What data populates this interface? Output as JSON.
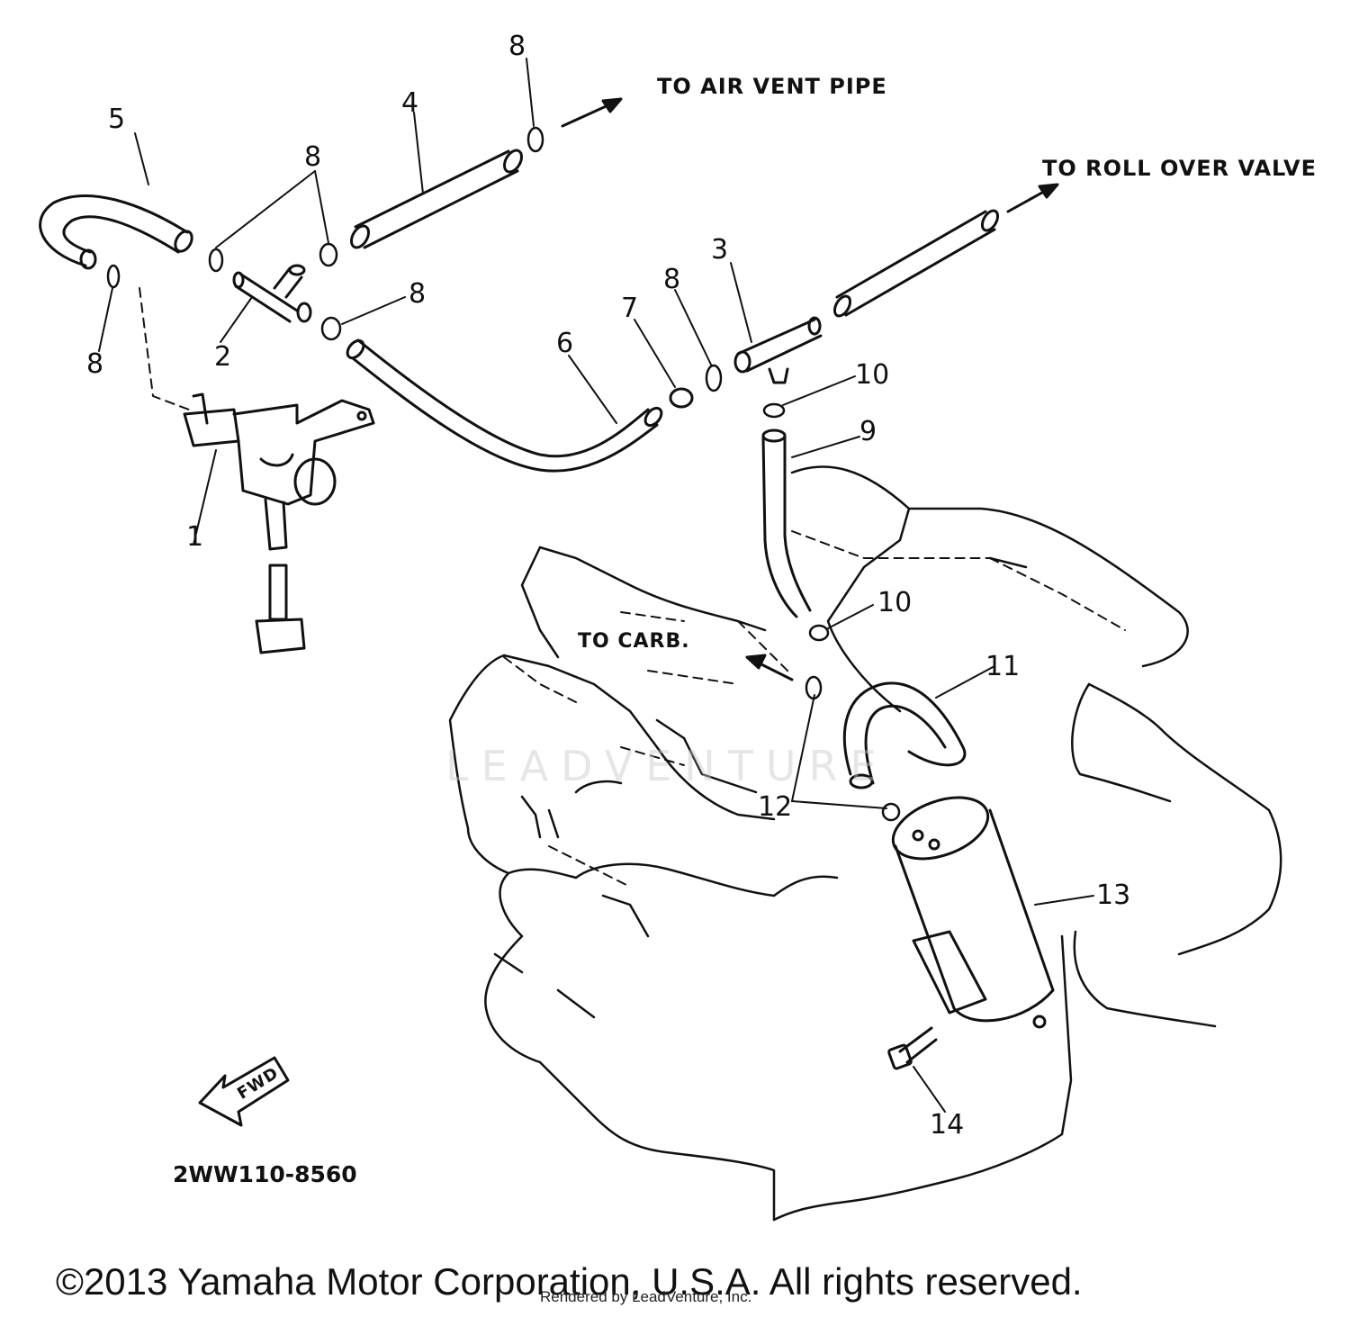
{
  "diagram": {
    "part_labels": [
      "1",
      "2",
      "3",
      "4",
      "5",
      "6",
      "7",
      "8",
      "8",
      "8",
      "8",
      "8",
      "9",
      "10",
      "10",
      "11",
      "12",
      "13",
      "14"
    ],
    "callouts": {
      "air_vent": "TO AIR VENT PIPE",
      "roll_over": "TO ROLL OVER VALVE",
      "carb": "TO CARB."
    },
    "fwd_label": "FWD",
    "diagram_code": "2WW110-8560",
    "watermark": "LEADVENTURE"
  },
  "footer": {
    "copyright": "©2013 Yamaha Motor Corporation, U.S.A. All rights reserved.",
    "rendered_by": "Rendered by LeadVenture, Inc."
  }
}
